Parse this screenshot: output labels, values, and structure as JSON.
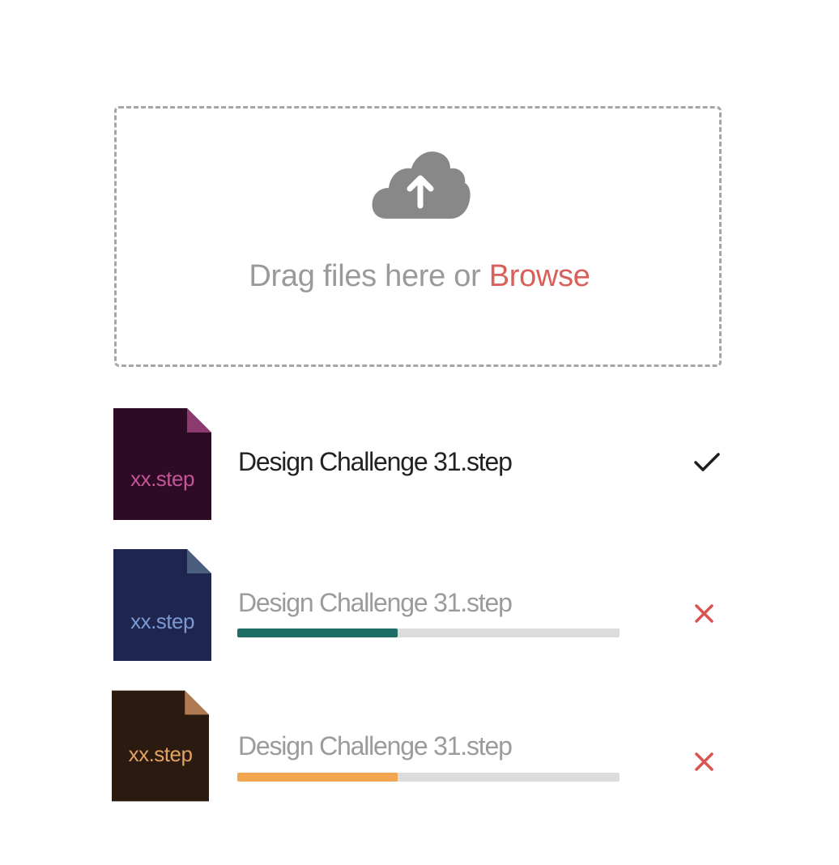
{
  "dropzone": {
    "prompt_text": "Drag files here or ",
    "browse_label": "Browse"
  },
  "colors": {
    "browse_accent": "#d9605a",
    "border": "#a6a6a6",
    "cloud": "#888888"
  },
  "files": [
    {
      "extension_label": "xx.step",
      "name": "Design Challenge 31.step",
      "status": "complete",
      "status_icon": "check-icon",
      "icon_color": "#2e0b24",
      "corner_color": "#8c3a70",
      "text_color": "#c4559a",
      "name_color": "#222222"
    },
    {
      "extension_label": "xx.step",
      "name": "Design Challenge 31.step",
      "status": "uploading",
      "status_icon": "close-icon",
      "progress": 0.42,
      "progress_color": "#1f6e66",
      "icon_color": "#1e2650",
      "corner_color": "#4a5e7e",
      "text_color": "#7d9ad0",
      "name_color": "#9b9b9b"
    },
    {
      "extension_label": "xx.step",
      "name": "Design Challenge 31.step",
      "status": "uploading",
      "status_icon": "close-icon",
      "progress": 0.42,
      "progress_color": "#f2a650",
      "icon_color": "#2a1a10",
      "corner_color": "#b07a52",
      "text_color": "#e2a261",
      "name_color": "#9b9b9b"
    }
  ]
}
